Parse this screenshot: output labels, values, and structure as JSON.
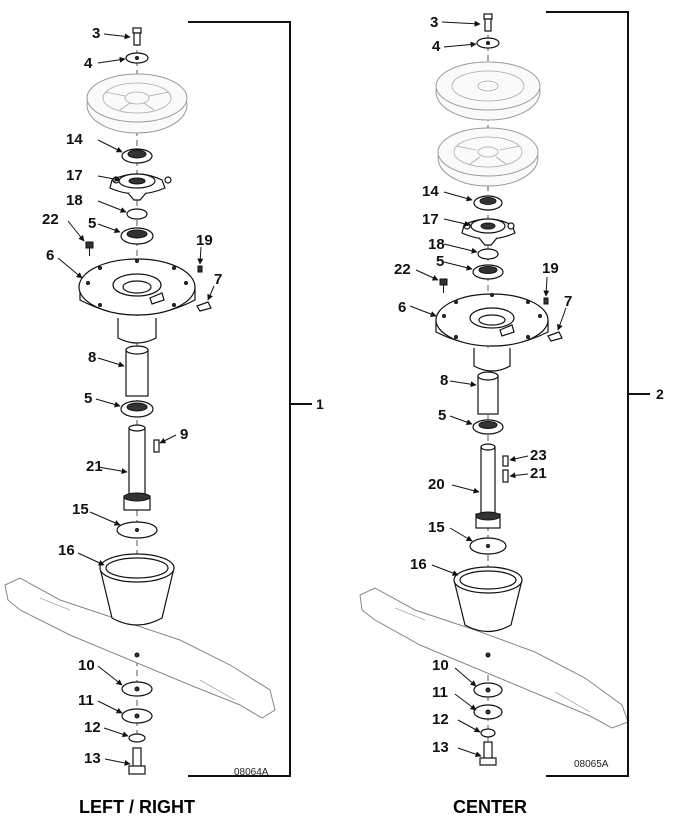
{
  "left_assembly": {
    "callouts": [
      "3",
      "4",
      "14",
      "17",
      "18",
      "22",
      "5",
      "6",
      "19",
      "7",
      "8",
      "5",
      "9",
      "21",
      "15",
      "16",
      "10",
      "11",
      "12",
      "13"
    ],
    "assembly_number": "1",
    "figure_code": "08064A",
    "title": "LEFT / RIGHT"
  },
  "center_assembly": {
    "callouts": [
      "3",
      "4",
      "14",
      "17",
      "18",
      "22",
      "5",
      "19",
      "6",
      "7",
      "8",
      "5",
      "23",
      "21",
      "20",
      "15",
      "16",
      "10",
      "11",
      "12",
      "13"
    ],
    "assembly_number": "2",
    "figure_code": "08065A",
    "title": "CENTER"
  }
}
